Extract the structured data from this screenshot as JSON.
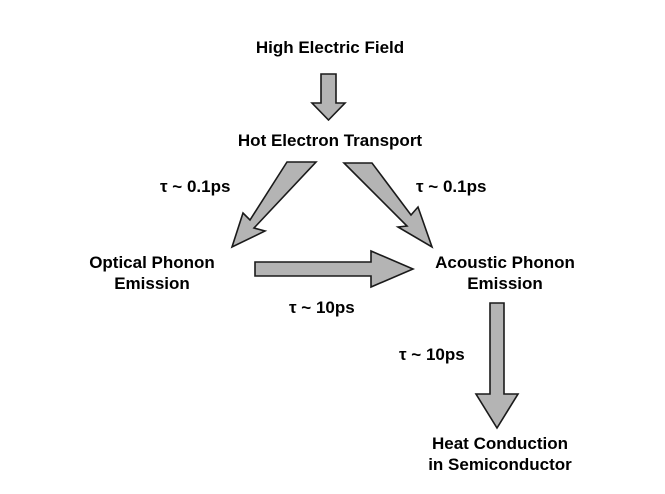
{
  "nodes": {
    "field": {
      "lines": [
        "High Electric Field"
      ]
    },
    "transport": {
      "lines": [
        "Hot Electron Transport"
      ]
    },
    "optical": {
      "lines": [
        "Optical Phonon",
        "Emission"
      ]
    },
    "acoustic": {
      "lines": [
        "Acoustic Phonon",
        "Emission"
      ]
    },
    "heat": {
      "lines": [
        "Heat Conduction",
        "in Semiconductor"
      ]
    }
  },
  "edges": {
    "transport_to_optical": {
      "label": "τ ~ 0.1ps"
    },
    "transport_to_acoustic": {
      "label": "τ ~ 0.1ps"
    },
    "optical_to_acoustic": {
      "label": "τ ~ 10ps"
    },
    "acoustic_to_heat": {
      "label": "τ ~ 10ps"
    }
  },
  "colors": {
    "arrow_fill": "#b4b4b4",
    "arrow_stroke": "#1a1a1a",
    "text": "#000000"
  }
}
